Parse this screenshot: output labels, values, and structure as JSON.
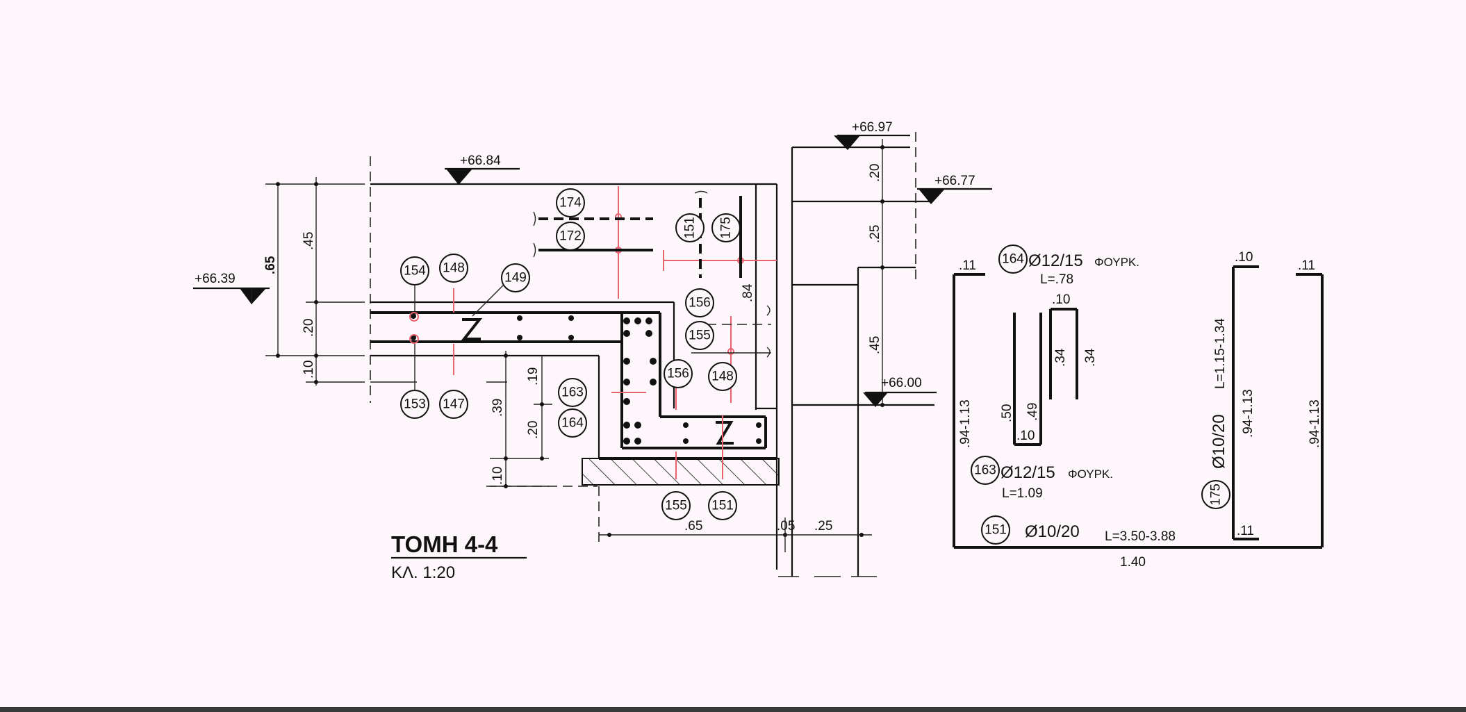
{
  "title": "TOMH 4-4",
  "scale": "ΚΛ. 1:20",
  "levels": [
    "+66.84",
    "+66.39",
    "+66.97",
    "+66.77",
    "+66.00"
  ],
  "dims_left": [
    ".45",
    ".65",
    ".20",
    ".10"
  ],
  "dims_inner": [
    ".19",
    ".39",
    ".20",
    ".10",
    ".84"
  ],
  "dims_bottom": [
    ".65",
    ".05",
    ".25"
  ],
  "dims_right": [
    ".20",
    ".25",
    ".45"
  ],
  "bubbles": {
    "b154": "154",
    "b148a": "148",
    "b149": "149",
    "b153": "153",
    "b147": "147",
    "b174": "174",
    "b172": "172",
    "b151a": "151",
    "b175a": "175",
    "b156a": "156",
    "b155a": "155",
    "b163a": "163",
    "b164a": "164",
    "b156b": "156",
    "b148b": "148",
    "b155b": "155",
    "b151b": "151",
    "b164c": "164",
    "b163c": "163",
    "b175c": "175",
    "b151c": "151"
  },
  "schedule": {
    "s164": "Ø12/15",
    "s164_note": "ΦΟΥΡΚ.",
    "s164_len": "L=.78",
    "s164_d1": ".10",
    "s164_d2": ".34",
    "s164_d3": ".34",
    "s164_d4": ".50",
    "s164_d5": ".49",
    "s164_d6": ".10",
    "s163": "Ø12/15",
    "s163_note": "ΦΟΥΡΚ.",
    "s163_len": "L=1.09",
    "s151": "Ø10/20",
    "s151_len": "L=3.50-3.88",
    "s175": "Ø10/20",
    "s175_len": "L=1.15-1.34",
    "u_top_left": ".11",
    "u_top_right": ".11",
    "u_left_side": ".94-1.13",
    "u_right_side": ".94-1.13",
    "u_bottom": "1.40",
    "l_top": ".10",
    "l_side": ".94-1.13",
    "l_bottom": ".11"
  },
  "colors": {
    "ink": "#111111",
    "rebar_red": "#e8626f",
    "paper": "#fdf6fb"
  }
}
